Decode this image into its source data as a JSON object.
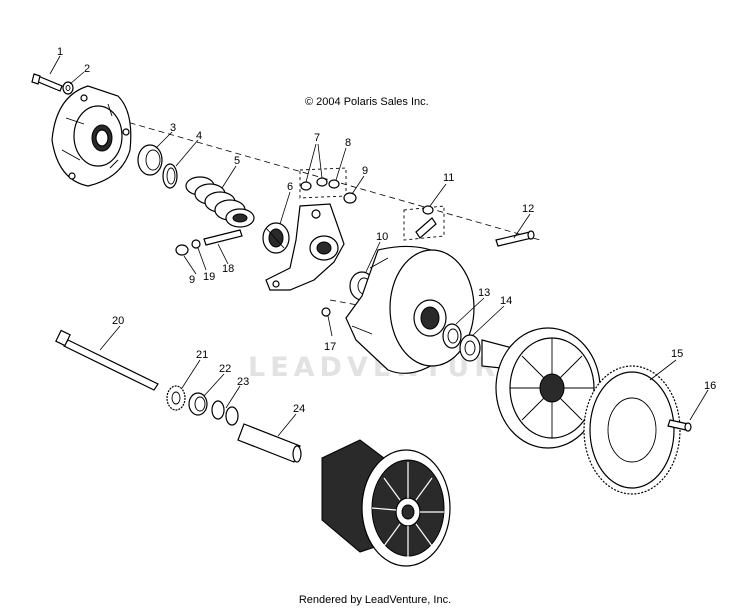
{
  "copyright": "© 2004 Polaris Sales Inc.",
  "watermark": "LEADVENTURE",
  "footer": "Rendered by LeadVenture, Inc.",
  "callouts": {
    "c1": "1",
    "c2": "2",
    "c3": "3",
    "c4": "4",
    "c5": "5",
    "c6": "6",
    "c7": "7",
    "c8": "8",
    "c9a": "9",
    "c9b": "9",
    "c10": "10",
    "c11": "11",
    "c12": "12",
    "c13": "13",
    "c14": "14",
    "c15": "15",
    "c16": "16",
    "c17": "17",
    "c18": "18",
    "c19": "19",
    "c20": "20",
    "c21": "21",
    "c22": "22",
    "c23": "23",
    "c24": "24"
  }
}
